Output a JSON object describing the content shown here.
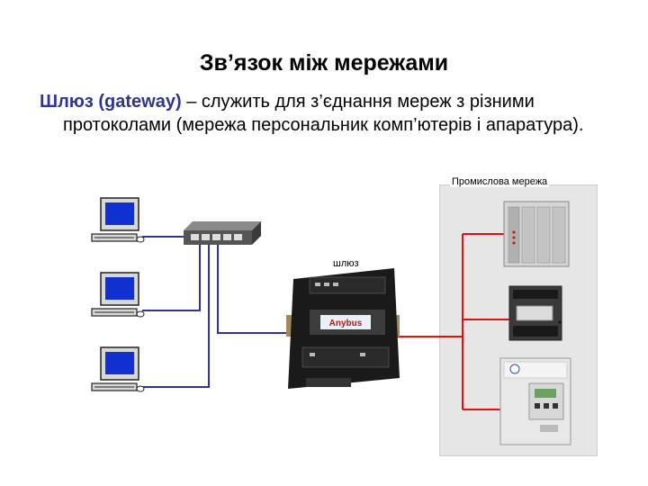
{
  "title": "Зв’язок між мережами",
  "paragraph": {
    "term": "Шлюз (gateway)",
    "text_line1": " – служить для з’єднання мереж з різними",
    "text_rest": "протоколами (мережа персональник комп’ютерів і апаратура)."
  },
  "labels": {
    "industrial_network": "Промислова мережа",
    "gateway": "шлюз",
    "device_brand": "Anybus"
  },
  "colors": {
    "pc_link": "#2f3591",
    "industrial_link": "#e01010",
    "term": "#2f3591"
  }
}
